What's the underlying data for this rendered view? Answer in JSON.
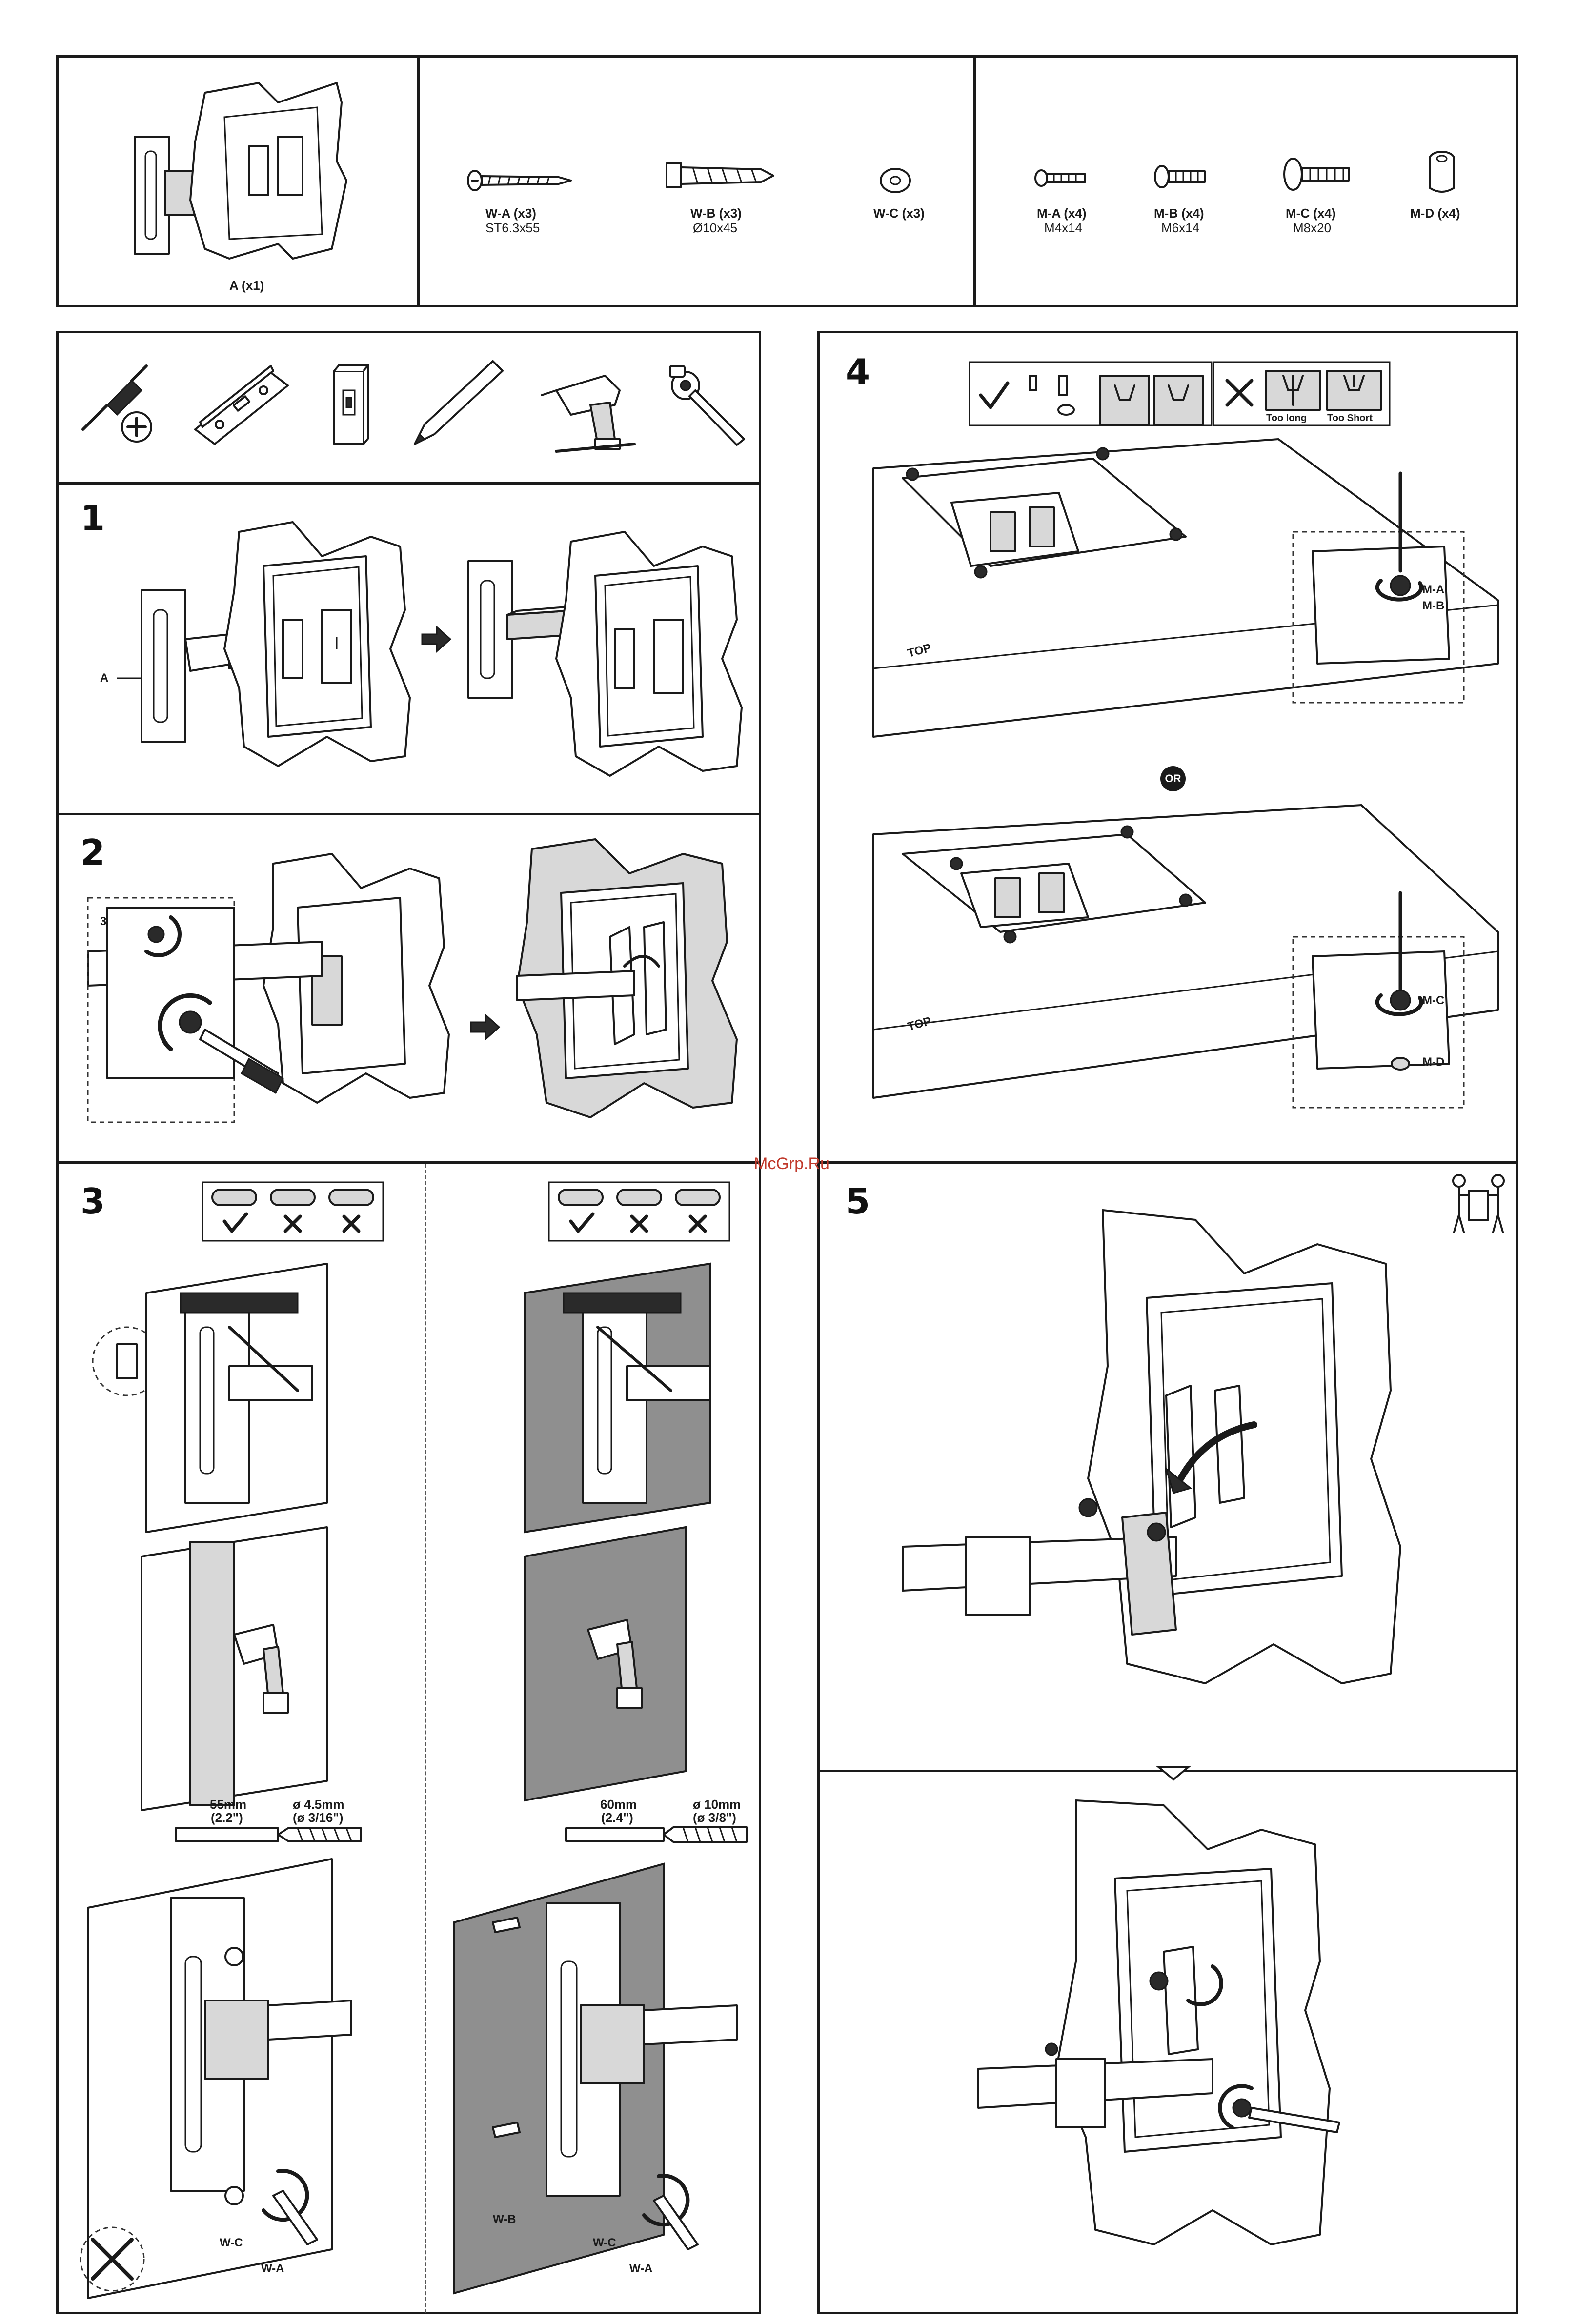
{
  "parts": {
    "bracket": {
      "label": "A (x1)"
    },
    "wall_items": [
      {
        "label": "W-A (x3)",
        "spec": "ST6.3x55"
      },
      {
        "label": "W-B (x3)",
        "spec": "Ø10x45"
      },
      {
        "label": "W-C (x3)",
        "spec": ""
      }
    ],
    "monitor_items": [
      {
        "label": "M-A (x4)",
        "spec": "M4x14"
      },
      {
        "label": "M-B (x4)",
        "spec": "M6x14"
      },
      {
        "label": "M-C (x4)",
        "spec": "M8x20"
      },
      {
        "label": "M-D (x4)",
        "spec": ""
      }
    ]
  },
  "tools": [
    "screwdriver-icon",
    "level-icon",
    "stud-finder-icon",
    "pencil-icon",
    "drill-icon",
    "socket-wrench-icon"
  ],
  "steps": {
    "s1": {
      "number": "1",
      "part_label": "A"
    },
    "s2": {
      "number": "2",
      "hex_key": "3mm"
    },
    "s3": {
      "number": "3",
      "wood": {
        "spacing": "55mm",
        "spacing_in": "(2.2\")",
        "drill": "ø 4.5mm",
        "drill_in": "(ø 3/16\")"
      },
      "concrete": {
        "spacing": "60mm",
        "spacing_in": "(2.4\")",
        "drill": "ø 10mm",
        "drill_in": "(ø 3/8\")"
      },
      "labels": {
        "wc": "W-C",
        "wa": "W-A",
        "wb": "W-B"
      }
    },
    "s4": {
      "number": "4",
      "too_long": "Too long",
      "too_short": "Too Short",
      "top": "TOP",
      "or": "OR",
      "ma": "M-A",
      "mb": "M-B",
      "mc": "M-C",
      "md": "M-D"
    },
    "s5": {
      "number": "5"
    }
  },
  "watermark": "McGrp.Ru"
}
